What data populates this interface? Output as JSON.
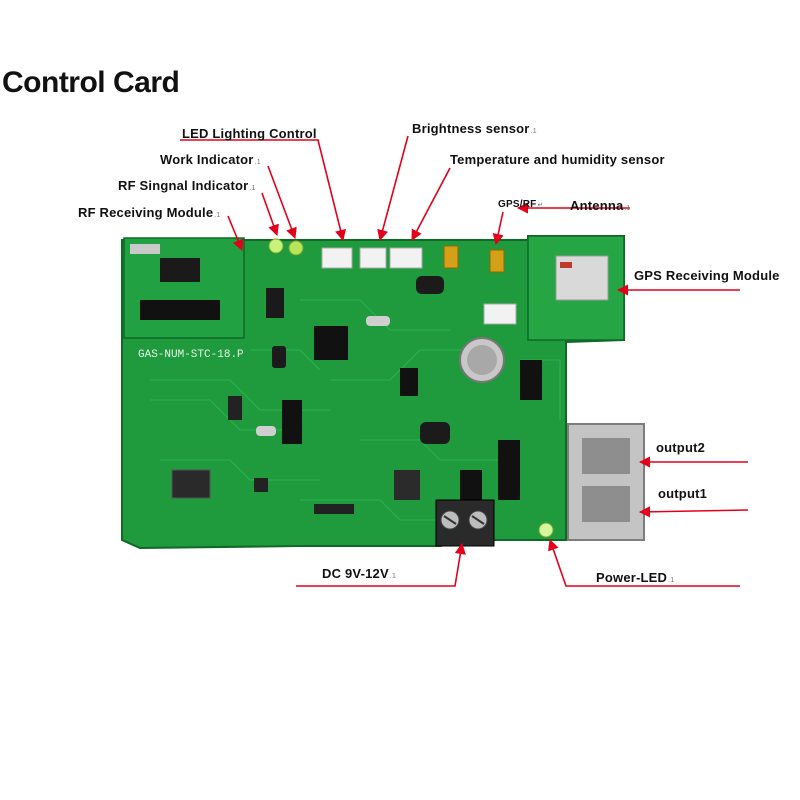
{
  "title": "Control Card",
  "board": {
    "silkscreen": "GAS-NUM-STC-18.P"
  },
  "labels": {
    "led_lighting": "LED Lighting Control",
    "brightness": "Brightness sensor",
    "work_indicator": "Work Indicator",
    "temp_humidity": "Temperature and humidity sensor",
    "rf_signal": "RF Singnal Indicator",
    "rf_receiving": "RF Receiving Module",
    "gps_rf": "GPS/RF",
    "antenna": "Antenna",
    "gps_module": "GPS Receiving Module",
    "output2": "output2",
    "output1": "output1",
    "dc": "DC 9V-12V",
    "power_led": "Power-LED"
  },
  "colors": {
    "arrow": "#e3001b",
    "board": "#1f9a3c",
    "board_dark": "#157a2c"
  }
}
